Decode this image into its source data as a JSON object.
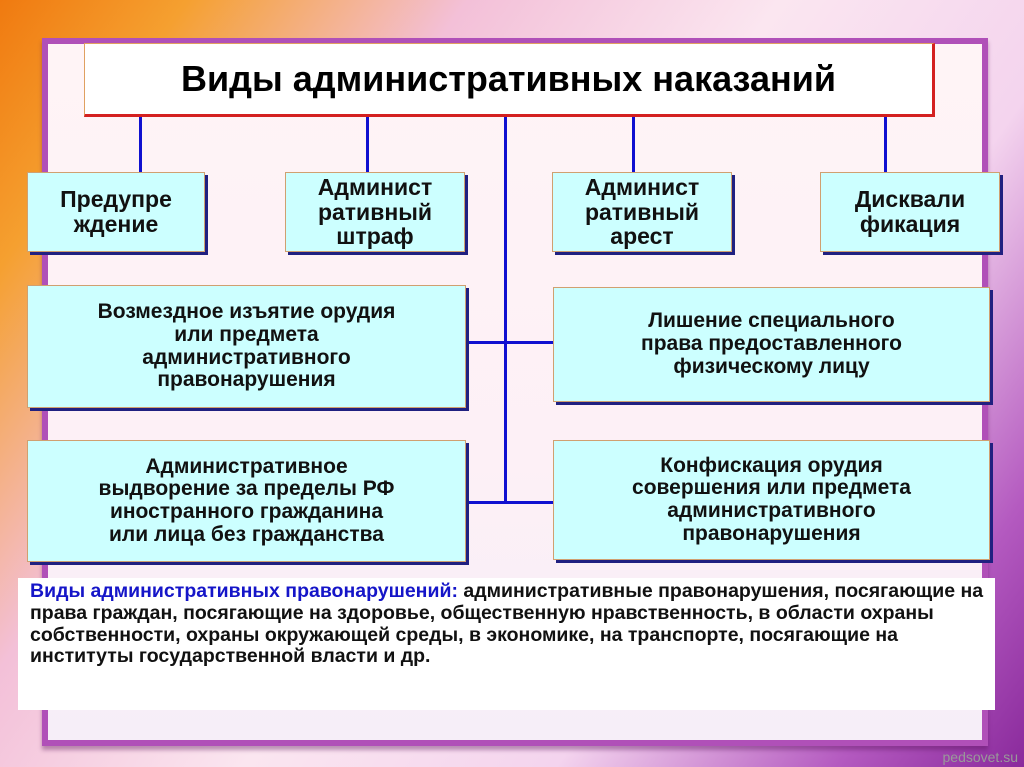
{
  "title": "Виды административных наказаний",
  "boxes": {
    "warning": [
      "Предупре",
      "ждение"
    ],
    "fine": [
      "Админист",
      "ративный",
      "штраф"
    ],
    "arrest": [
      "Админист",
      "ративный",
      "арест"
    ],
    "disqualification": [
      "Дисквали",
      "фикация"
    ],
    "seizure": [
      "Возмездное изъятие орудия",
      "или предмета",
      "административного",
      "правонарушения"
    ],
    "deprivation": [
      "Лишение специального",
      "права предоставленного",
      "физическому лицу"
    ],
    "expulsion": [
      "Административное",
      "выдворение за пределы РФ",
      "иностранного гражданина",
      "или лица без гражданства"
    ],
    "confiscation": [
      "Конфискация орудия",
      "совершения или предмета",
      "административного",
      "правонарушения"
    ]
  },
  "note": {
    "heading": "Виды административных правонарушений:",
    "text": " административные правонарушения, посягающие на права граждан, посягающие на здоровье, общественную нравственность, в области охраны собственности, охраны окружающей среды, в экономике, на транспорте, посягающие на институты государственной власти и др."
  },
  "watermark": "pedsovet.su"
}
